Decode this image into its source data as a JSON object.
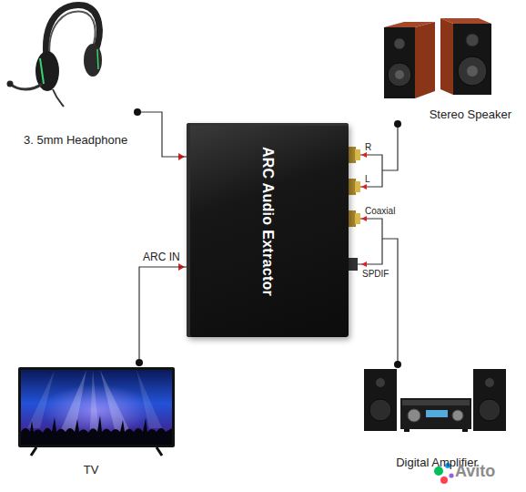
{
  "diagram": {
    "nodes": [
      {
        "text": [
          "3. 5mm Headphone"
        ]
      },
      {
        "text": [
          "Stereo Speaker"
        ]
      },
      {
        "text": [
          "ARC Audio Extractor"
        ]
      },
      {
        "text": [
          "TV"
        ]
      },
      {
        "text": [
          "Digital Amplifier"
        ]
      }
    ],
    "edges": [
      {
        "from": 0,
        "to": 2,
        "arrow": "none"
      },
      {
        "from": 2,
        "to": 1,
        "arrow": "none"
      },
      {
        "from": 3,
        "to": 2,
        "label": "ARC IN",
        "arrow": "none"
      },
      {
        "from": 2,
        "to": 4,
        "arrow": "none"
      }
    ],
    "labels": [
      "R",
      "L",
      "Coaxial",
      "SPDIF",
      "Avito"
    ]
  }
}
